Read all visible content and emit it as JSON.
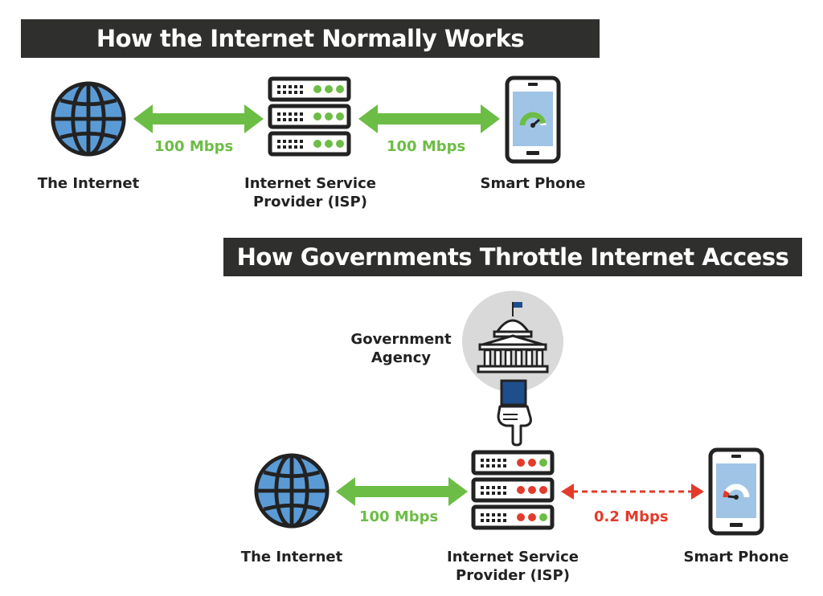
{
  "top_section": {
    "title": "How the Internet Normally Works",
    "internet_label": "The Internet",
    "isp_label_line1": "Internet Service",
    "isp_label_line2": "Provider (ISP)",
    "phone_label": "Smart Phone",
    "speed_left": "100 Mbps",
    "speed_right": "100 Mbps"
  },
  "bottom_section": {
    "title": "How Governments Throttle Internet Access",
    "agency_label_line1": "Government",
    "agency_label_line2": "Agency",
    "internet_label": "The Internet",
    "isp_label_line1": "Internet Service",
    "isp_label_line2": "Provider (ISP)",
    "phone_label": "Smart Phone",
    "speed_left": "100 Mbps",
    "speed_right": "0.2 Mbps"
  },
  "colors": {
    "banner": "#2f302d",
    "normal_speed": "#6cbd45",
    "throttled_speed": "#e23b2b",
    "globe_blue": "#5b9bd5",
    "agency_circle": "#d9d9d9",
    "sleeve_blue": "#1f4e8c"
  },
  "icons": [
    "globe-icon",
    "server-icon",
    "smartphone-icon",
    "speedometer-icon",
    "capitol-building-icon",
    "pointing-hand-icon"
  ]
}
